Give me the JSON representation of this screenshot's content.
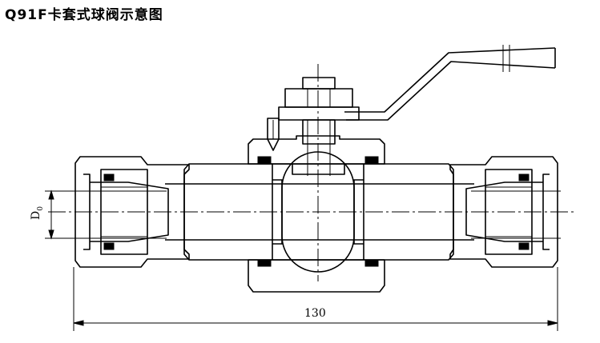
{
  "title": "Q91F卡套式球阀示意图",
  "dimensions": {
    "d0_label": "D",
    "d0_subscript": "0",
    "length_label": "130"
  }
}
